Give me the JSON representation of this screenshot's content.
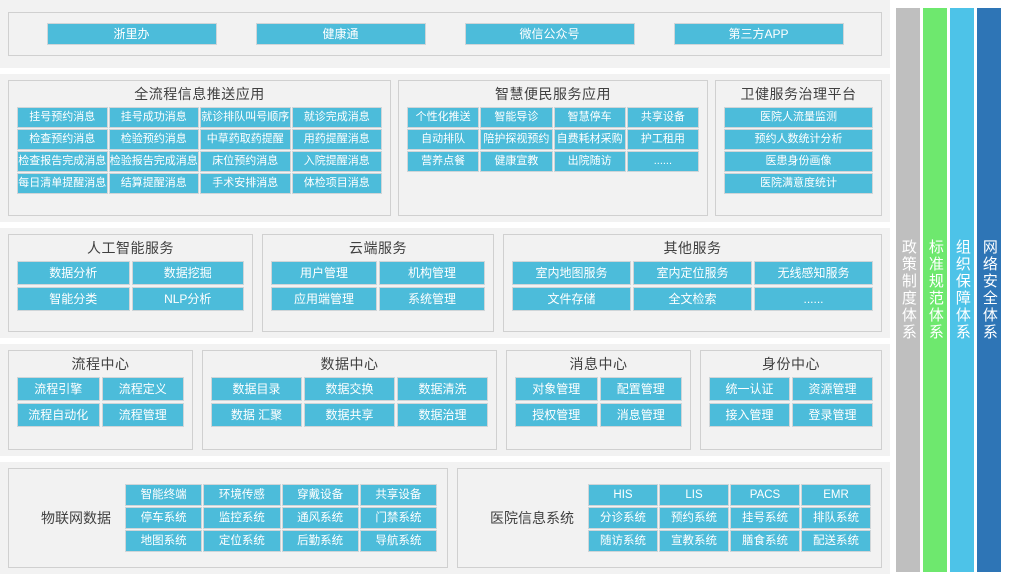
{
  "colors": {
    "chip": "#4cbcda",
    "band_bg": "#f2f2f2",
    "border": "#d0d0d0",
    "bar_policy": "#bfbfbf",
    "bar_standard": "#6ee86e",
    "bar_org": "#4dc3e8",
    "bar_security": "#2e75b6"
  },
  "row1": {
    "entries": [
      "浙里办",
      "健康通",
      "微信公众号",
      "第三方APP"
    ]
  },
  "row2": {
    "full_flow": {
      "title": "全流程信息推送应用",
      "items": [
        "挂号预约消息",
        "挂号成功消息",
        "就诊排队叫号顺序",
        "就诊完成消息",
        "检查预约消息",
        "检验预约消息",
        "中草药取药提醒",
        "用药提醒消息",
        "检查报告完成消息",
        "检验报告完成消息",
        "床位预约消息",
        "入院提醒消息",
        "每日清单提醒消息",
        "结算提醒消息",
        "手术安排消息",
        "体检项目消息"
      ]
    },
    "smart_service": {
      "title": "智慧便民服务应用",
      "items": [
        "个性化推送",
        "智能导诊",
        "智慧停车",
        "共享设备",
        "自动排队",
        "陪护探视预约",
        "自费耗材采购",
        "护工租用",
        "营养点餐",
        "健康宣教",
        "出院随访",
        "......"
      ]
    },
    "governance": {
      "title": "卫健服务治理平台",
      "items": [
        "医院人流量监测",
        "预约人数统计分析",
        "医患身份画像",
        "医院满意度统计"
      ]
    }
  },
  "row3": {
    "ai": {
      "title": "人工智能服务",
      "items": [
        "数据分析",
        "数据挖掘",
        "智能分类",
        "NLP分析"
      ]
    },
    "cloud": {
      "title": "云端服务",
      "items": [
        "用户管理",
        "机构管理",
        "应用端管理",
        "系统管理"
      ]
    },
    "other": {
      "title": "其他服务",
      "items": [
        "室内地图服务",
        "室内定位服务",
        "无线感知服务",
        "文件存储",
        "全文检索",
        "......"
      ]
    }
  },
  "row4": {
    "flow_center": {
      "title": "流程中心",
      "items": [
        "流程引擎",
        "流程定义",
        "流程自动化",
        "流程管理"
      ]
    },
    "data_center": {
      "title": "数据中心",
      "items": [
        "数据目录",
        "数据交换",
        "数据清洗",
        "数据 汇聚",
        "数据共享",
        "数据治理"
      ]
    },
    "message_center": {
      "title": "消息中心",
      "items": [
        "对象管理",
        "配置管理",
        "授权管理",
        "消息管理"
      ]
    },
    "identity_center": {
      "title": "身份中心",
      "items": [
        "统一认证",
        "资源管理",
        "接入管理",
        "登录管理"
      ]
    }
  },
  "row5": {
    "iot": {
      "label": "物联网数据",
      "items": [
        "智能终端",
        "环境传感",
        "穿戴设备",
        "共享设备",
        "停车系统",
        "监控系统",
        "通风系统",
        "门禁系统",
        "地图系统",
        "定位系统",
        "后勤系统",
        "导航系统"
      ]
    },
    "his": {
      "label": "医院信息系统",
      "items": [
        "HIS",
        "LIS",
        "PACS",
        "EMR",
        "分诊系统",
        "预约系统",
        "挂号系统",
        "排队系统",
        "随访系统",
        "宣教系统",
        "膳食系统",
        "配送系统"
      ]
    }
  },
  "vertical_bars": [
    {
      "label": "政策制度体系",
      "color": "#bfbfbf"
    },
    {
      "label": "标准规范体系",
      "color": "#6ee86e"
    },
    {
      "label": "组织保障体系",
      "color": "#4dc3e8"
    },
    {
      "label": "网络安全体系",
      "color": "#2e75b6"
    }
  ]
}
